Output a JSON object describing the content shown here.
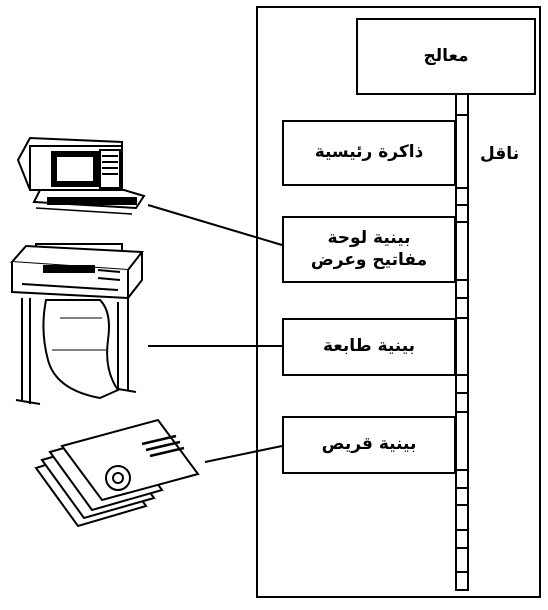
{
  "diagram": {
    "processor": "معالج",
    "bus": "ناقل",
    "main_memory": "ذاكرة رئيسية",
    "keyboard_display_interface": [
      "بينية لوحة",
      "مفاتيح وعرض"
    ],
    "printer_interface": "بينية طابعة",
    "disk_interface": "بينية قريص"
  },
  "devices": {
    "terminal": "computer-terminal-icon",
    "printer": "printer-icon",
    "disks": "floppy-disks-icon"
  }
}
